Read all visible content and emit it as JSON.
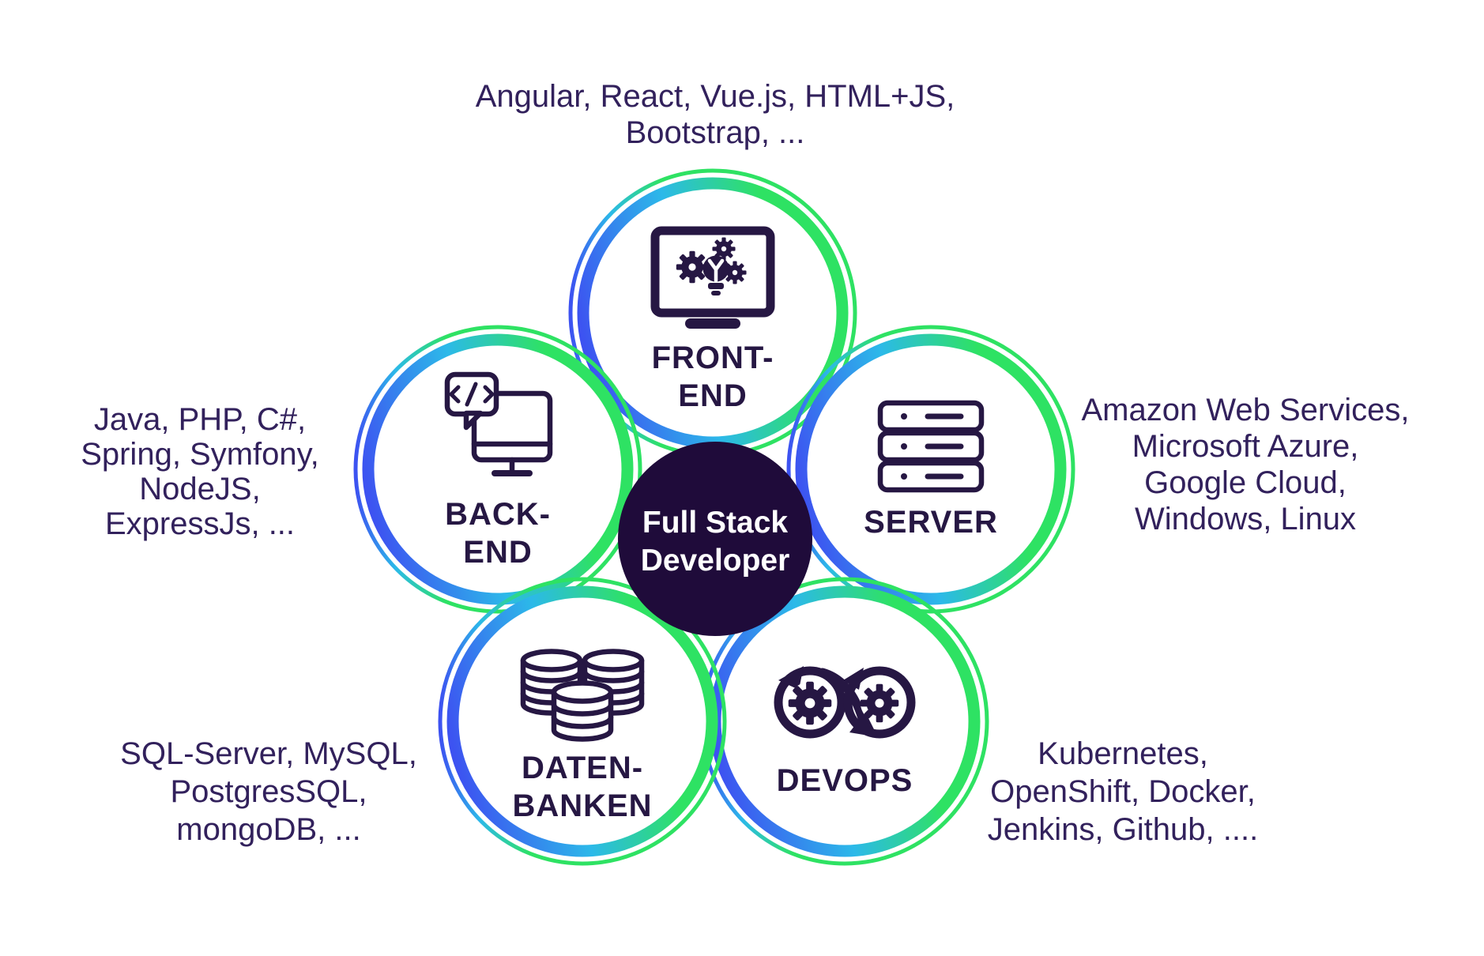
{
  "title": "Full Stack Developer skill diagram",
  "colors": {
    "background": "#ffffff",
    "ring_blue": "#3D52F1",
    "ring_cyan": "#2CB9E9",
    "ring_green": "#2EE263",
    "icon_ink": "#261743",
    "label_ink": "#261743",
    "skills_text": "#32215C",
    "center_bg": "#1F0B3A",
    "center_text": "#ffffff"
  },
  "center": {
    "label": [
      "Full Stack",
      "Developer"
    ]
  },
  "nodes": {
    "frontend": {
      "label": [
        "FRONT-",
        "END"
      ],
      "icon": "monitor-bulb-gears-icon",
      "skills": [
        "Angular, React, Vue.js, HTML+JS,",
        "Bootstrap, ..."
      ]
    },
    "backend": {
      "label": [
        "BACK-",
        "END"
      ],
      "icon": "code-chat-monitor-icon",
      "skills": [
        "Java, PHP, C#,",
        "Spring, Symfony,",
        "NodeJS,",
        "ExpressJs, ..."
      ]
    },
    "server": {
      "label": [
        "SERVER"
      ],
      "icon": "server-rack-icon",
      "skills": [
        "Amazon Web Services,",
        "Microsoft Azure,",
        "Google Cloud,",
        "Windows, Linux"
      ]
    },
    "databases": {
      "label": [
        "DATEN-",
        "BANKEN"
      ],
      "icon": "database-cylinders-icon",
      "skills": [
        "SQL-Server, MySQL,",
        "PostgresSQL,",
        "mongoDB, ..."
      ]
    },
    "devops": {
      "label": [
        "DEVOPS"
      ],
      "icon": "devops-infinity-gears-icon",
      "skills": [
        "Kubernetes,",
        "OpenShift, Docker,",
        "Jenkins, Github, ...."
      ]
    }
  }
}
